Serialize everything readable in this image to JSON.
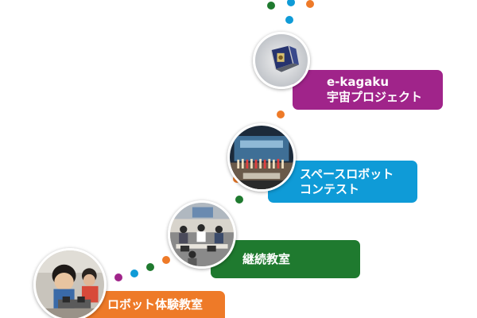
{
  "colors": {
    "purple": "#a0248a",
    "blue": "#0f9bd7",
    "green": "#1f7a2f",
    "orange": "#ee7a28"
  },
  "steps": [
    {
      "line1": "e-kagaku",
      "line2": "宇宙プロジェクト",
      "image": "cubesat-photo"
    },
    {
      "line1": "スペースロボット",
      "line2": "コンテスト",
      "image": "robot-contest-stage-photo"
    },
    {
      "line1": "継続教室",
      "image": "classroom-photo"
    },
    {
      "line1": "ロボット体験教室",
      "image": "child-with-robot-photo"
    }
  ]
}
